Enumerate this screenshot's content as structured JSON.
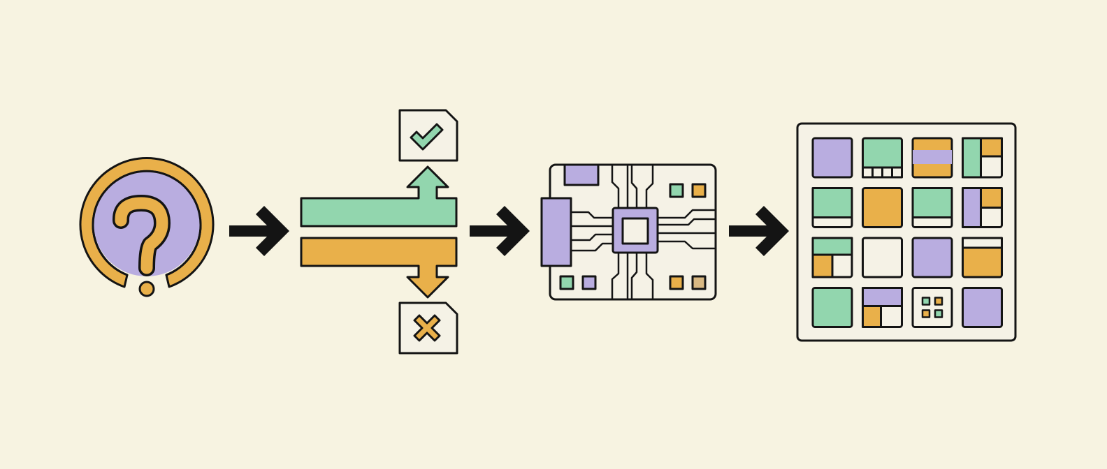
{
  "colors": {
    "background": "#f7f3e1",
    "outline": "#141414",
    "purple": "#b9ade0",
    "orange": "#e9b04a",
    "green": "#92d6ae",
    "cream": "#f5f2e6",
    "tan": "#d9b983"
  },
  "stages": [
    {
      "id": "question",
      "icon": "question-mark-icon"
    },
    {
      "id": "split",
      "icon": "split-decision-icon",
      "outcomes": [
        "check-icon",
        "cross-icon"
      ]
    },
    {
      "id": "processor",
      "icon": "circuit-board-icon"
    },
    {
      "id": "grid",
      "icon": "tile-grid-icon"
    }
  ],
  "connectors": [
    "arrow-right-icon",
    "arrow-right-icon",
    "arrow-right-icon"
  ],
  "grid_tiles": [
    [
      "purple",
      "green-split-cells",
      "orange-purple-band",
      "green-split-quad"
    ],
    [
      "green-bottom-bar",
      "orange",
      "green-bottom-bar",
      "purple-split-quad"
    ],
    [
      "green-split-cells",
      "cream",
      "purple",
      "orange-top-bar"
    ],
    [
      "green",
      "purple-orange-split",
      "mini-grid",
      "purple"
    ]
  ]
}
